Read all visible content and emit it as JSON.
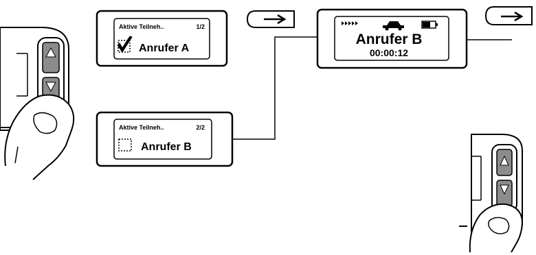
{
  "screen_list_1": {
    "header": "Aktive Teilneh..",
    "page": "1/2",
    "name": "Anrufer A",
    "checkbox_state": "checked"
  },
  "screen_list_2": {
    "header": "Aktive Teilneh..",
    "page": "2/2",
    "name": "Anrufer B",
    "checkbox_state": "unchecked"
  },
  "screen_call": {
    "signal_icon": "signal-strength-icon",
    "car_icon": "car-icon",
    "battery_icon": "battery-icon",
    "name": "Anrufer B",
    "timer": "00:00:12"
  },
  "arrow_icon": "right-arrow-icon",
  "hand_icon": "finger-pressing-down-key-icon",
  "colors": {
    "line": "#000000",
    "device": "#ffffff",
    "key_face": "#8c8c8c",
    "display": "#ffffff"
  }
}
